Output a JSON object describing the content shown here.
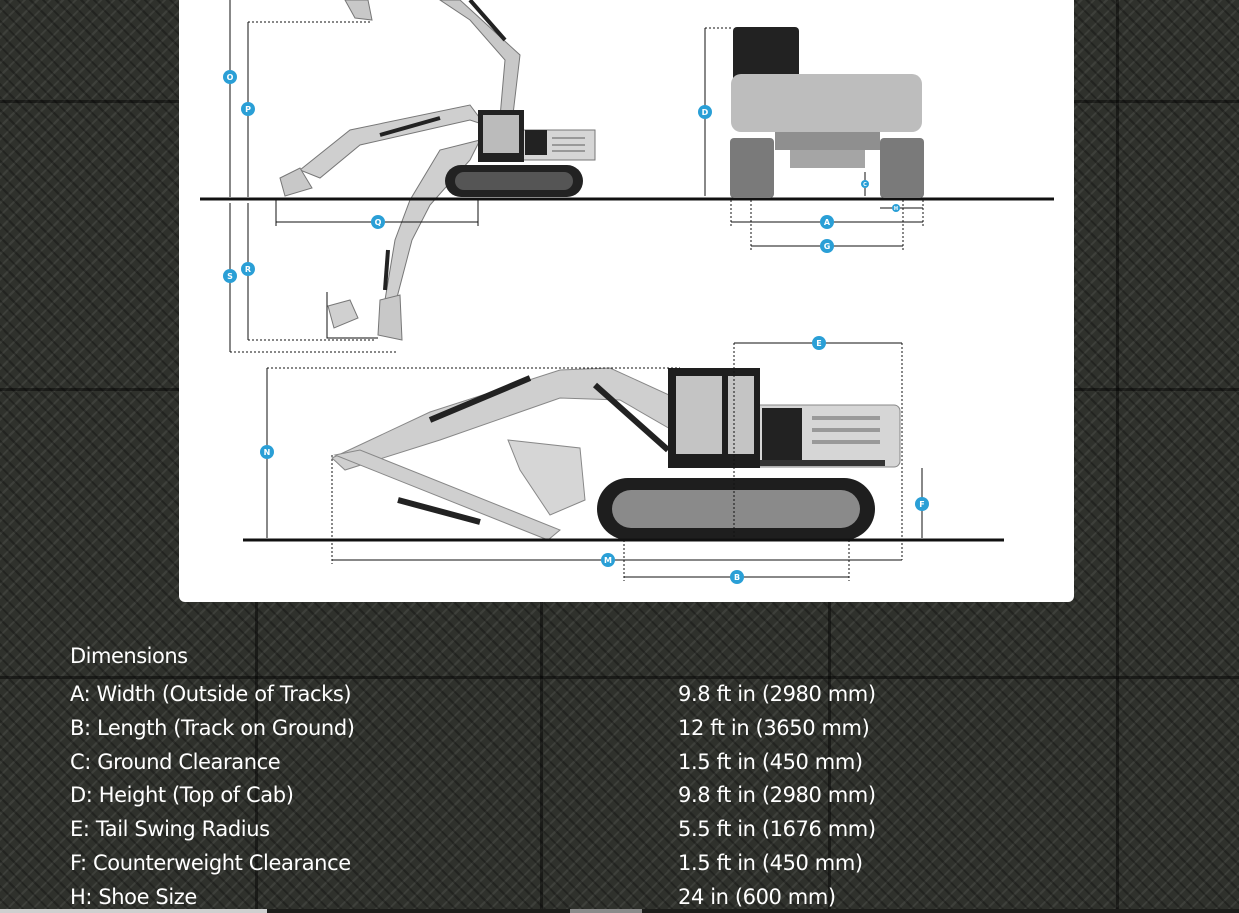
{
  "diagram": {
    "markers": [
      "O",
      "P",
      "Q",
      "S",
      "R",
      "D",
      "A",
      "G",
      "C",
      "H",
      "E",
      "N",
      "F",
      "M",
      "B"
    ]
  },
  "specs": {
    "heading": "Dimensions",
    "rows": [
      {
        "label": "A: Width (Outside of Tracks)",
        "value": "9.8 ft in (2980 mm)"
      },
      {
        "label": "B: Length (Track on Ground)",
        "value": "12 ft in (3650 mm)"
      },
      {
        "label": "C: Ground Clearance",
        "value": "1.5 ft in (450 mm)"
      },
      {
        "label": "D: Height (Top of Cab)",
        "value": "9.8 ft in (2980 mm)"
      },
      {
        "label": "E: Tail Swing Radius",
        "value": "5.5 ft in (1676 mm)"
      },
      {
        "label": "F: Counterweight Clearance",
        "value": "1.5 ft in (450 mm)"
      },
      {
        "label": "H: Shoe Size",
        "value": "24 in (600 mm)"
      }
    ]
  },
  "colors": {
    "marker": "#2a9fd6",
    "card": "#ffffff",
    "text": "#ffffff"
  }
}
